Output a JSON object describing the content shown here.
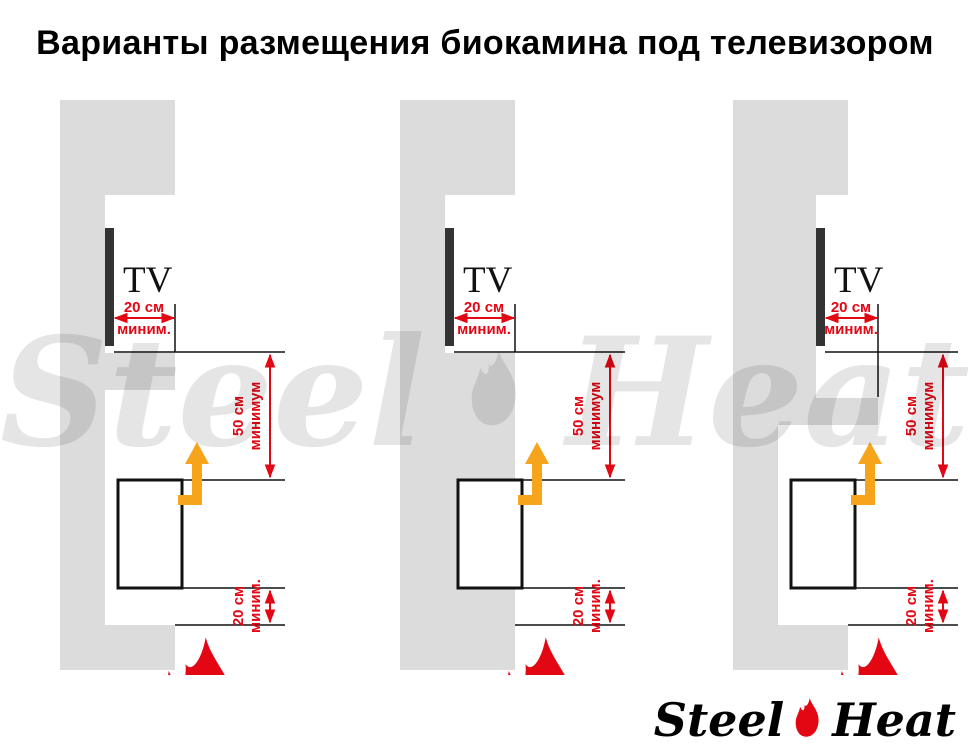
{
  "title": "Варианты размещения биокамина под телевизором",
  "watermark": {
    "left_word": "Steel",
    "right_word": "Heat"
  },
  "brand_logo": {
    "left_word": "Steel",
    "right_word": "Heat"
  },
  "colors": {
    "wall_fill": "#dcdcdc",
    "dimension_red": "#e30613",
    "flame_red": "#e30613",
    "arrow_orange": "#f7a41d",
    "outline_black": "#111111"
  },
  "diagrams": [
    {
      "name": "variant-1",
      "tv_label": "TV",
      "dim_tv_gap": {
        "value": "20 см",
        "qualifier": "миним."
      },
      "dim_fireplace_gap": {
        "value": "50 см",
        "qualifier": "минимум"
      },
      "dim_floor_gap": {
        "value": "20 см",
        "qualifier": "миним."
      }
    },
    {
      "name": "variant-2",
      "tv_label": "TV",
      "dim_tv_gap": {
        "value": "20 см",
        "qualifier": "миним."
      },
      "dim_fireplace_gap": {
        "value": "50 см",
        "qualifier": "минимум"
      },
      "dim_floor_gap": {
        "value": "20 см",
        "qualifier": "миним."
      }
    },
    {
      "name": "variant-3",
      "tv_label": "TV",
      "dim_tv_gap": {
        "value": "20 см",
        "qualifier": "миним."
      },
      "dim_fireplace_gap": {
        "value": "50 см",
        "qualifier": "минимум"
      },
      "dim_floor_gap": {
        "value": "20 см",
        "qualifier": "миним."
      }
    }
  ]
}
